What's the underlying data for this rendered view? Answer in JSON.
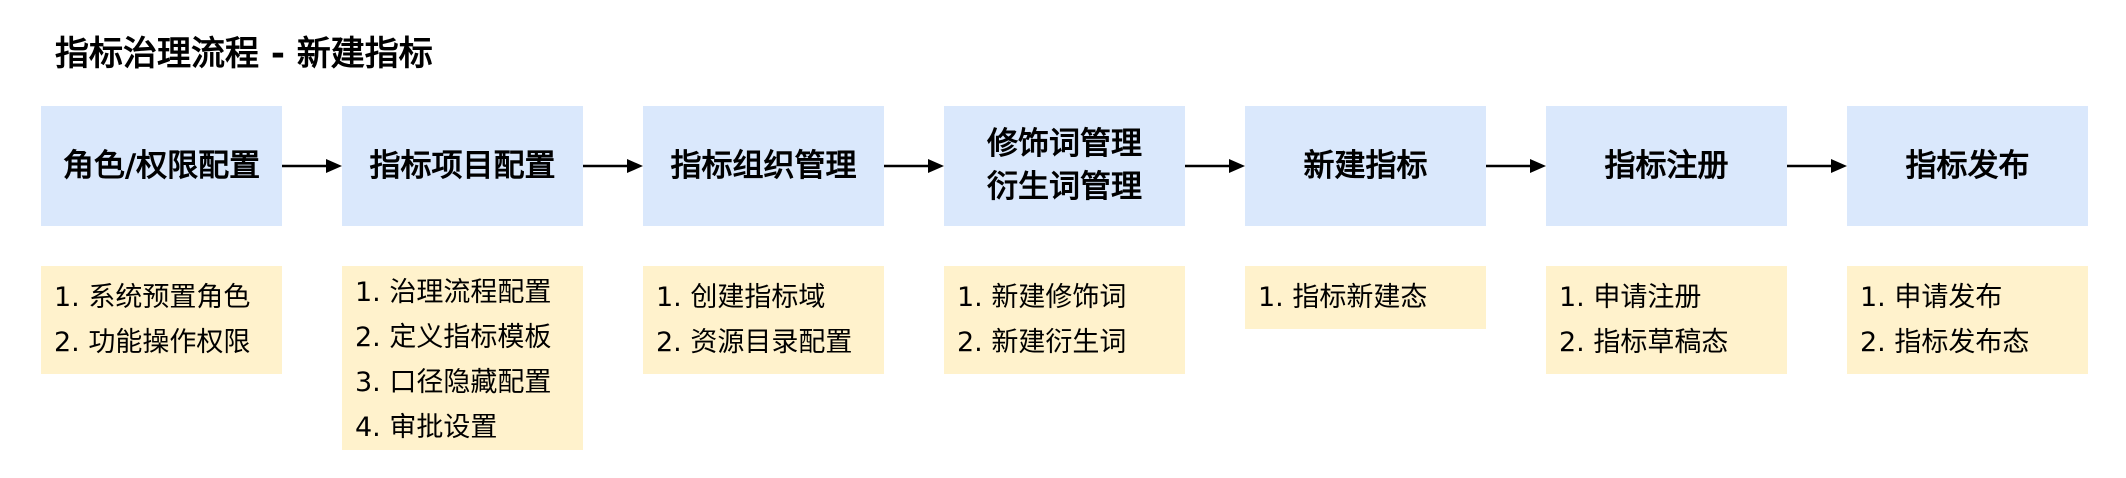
{
  "title": "指标治理流程 - 新建指标",
  "steps": [
    {
      "lines": [
        "角色/权限配置"
      ],
      "notes": [
        "1. 系统预置角色",
        "2. 功能操作权限"
      ]
    },
    {
      "lines": [
        "指标项目配置"
      ],
      "notes": [
        "1. 治理流程配置",
        "2. 定义指标模板",
        "3. 口径隐藏配置",
        "4. 审批设置"
      ]
    },
    {
      "lines": [
        "指标组织管理"
      ],
      "notes": [
        "1. 创建指标域",
        "2. 资源目录配置"
      ]
    },
    {
      "lines": [
        "修饰词管理",
        "衍生词管理"
      ],
      "notes": [
        "1. 新建修饰词",
        "2. 新建衍生词"
      ]
    },
    {
      "lines": [
        "新建指标"
      ],
      "notes": [
        "1. 指标新建态"
      ]
    },
    {
      "lines": [
        "指标注册"
      ],
      "notes": [
        "1. 申请注册",
        "2. 指标草稿态"
      ]
    },
    {
      "lines": [
        "指标发布"
      ],
      "notes": [
        "1. 申请发布",
        "2. 指标发布态"
      ]
    }
  ],
  "colors": {
    "step_fill": "#dae8fc",
    "note_fill": "#fff2cc",
    "arrow": "#000000"
  }
}
